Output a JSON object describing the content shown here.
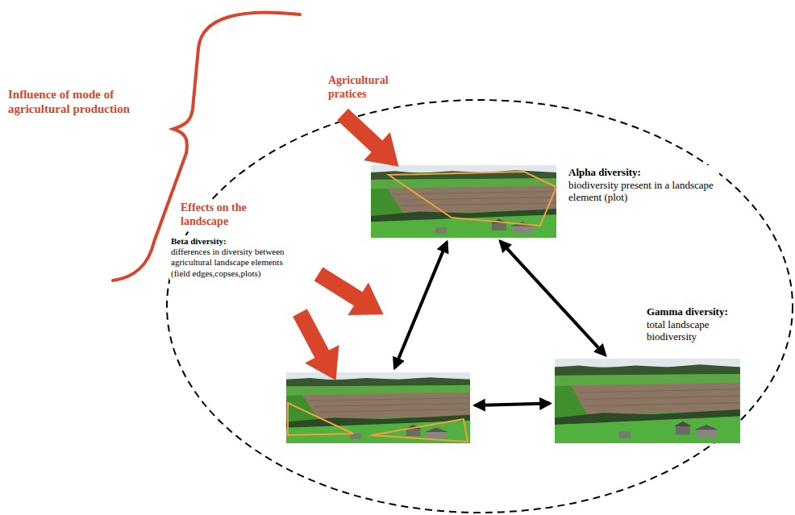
{
  "diagram": {
    "nodes": [
      {
        "text": [
          "Alpha diversity:",
          "biodiversity present in a landscape element (plot)"
        ]
      },
      {
        "text": [
          "Beta diversity:",
          "differences in diversity between agricultural landscape elements (field edges,copses,plots)"
        ]
      },
      {
        "text": [
          "Gamma diversity:",
          "total landscape biodiversity"
        ]
      }
    ],
    "edges": [
      {
        "from": 0,
        "to": 1,
        "arrow": "both"
      },
      {
        "from": 0,
        "to": 2,
        "arrow": "both"
      },
      {
        "from": 1,
        "to": 2,
        "arrow": "both"
      }
    ],
    "labels": [
      "Influence of mode of agricultural production",
      "Agricultural pratices",
      "Effects on the landscape"
    ]
  }
}
